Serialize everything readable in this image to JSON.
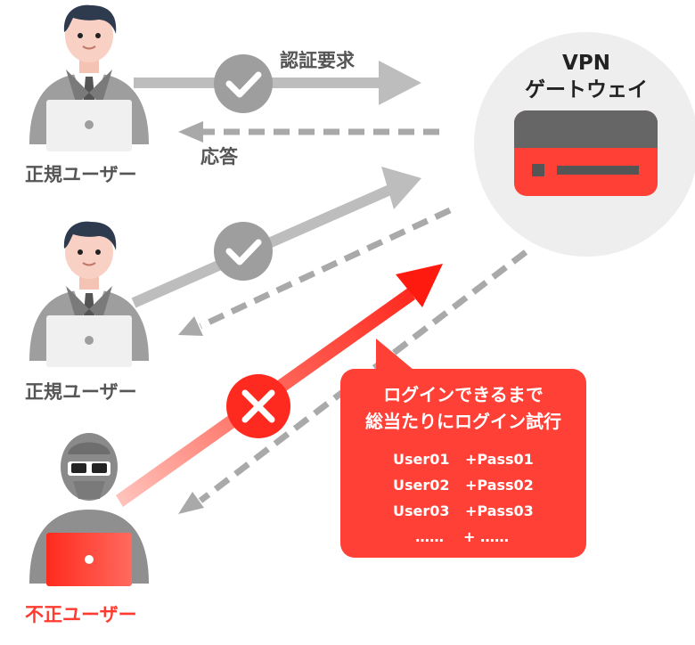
{
  "users": [
    {
      "label": "正規ユーザー",
      "role": "legit"
    },
    {
      "label": "正規ユーザー",
      "role": "legit"
    },
    {
      "label": "不正ユーザー",
      "role": "attacker"
    }
  ],
  "arrows": {
    "request_label": "認証要求",
    "response_label": "応答"
  },
  "gateway": {
    "title_line1": "VPN",
    "title_line2": "ゲートウェイ"
  },
  "callout": {
    "title_line1": "ログインできるまで",
    "title_line2": "総当たりにログイン試行",
    "credentials": [
      {
        "user": "User01",
        "pass": "+Pass01"
      },
      {
        "user": "User02",
        "pass": "+Pass02"
      },
      {
        "user": "User03",
        "pass": "+Pass03"
      },
      {
        "user": "……",
        "pass": "+ ……"
      }
    ]
  },
  "icons": [
    "check-icon",
    "check-icon",
    "cross-icon",
    "laptop-icon",
    "server-icon"
  ],
  "colors": {
    "gray_arrow": "#bdbdbd",
    "dashed_arrow": "#a9a9a9",
    "attack_red": "#ff2a1f",
    "callout_bg": "#ff4036",
    "gateway_circle": "#eeeeee",
    "server_dark": "#666666",
    "server_red": "#ff4036"
  }
}
